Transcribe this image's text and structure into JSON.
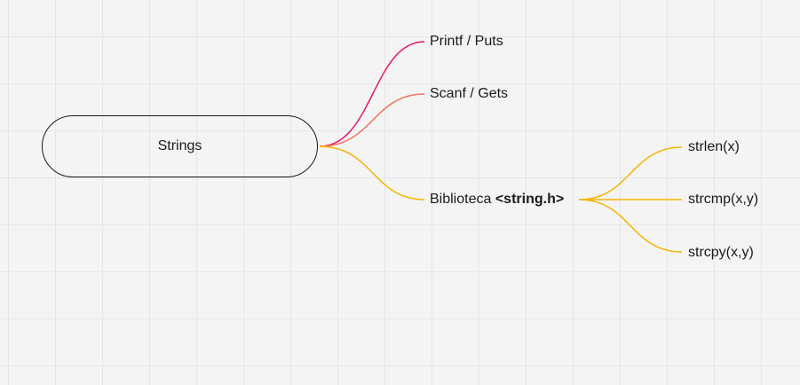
{
  "mindmap": {
    "root": {
      "label": "Strings"
    },
    "branches": [
      {
        "label": "Printf / Puts",
        "color": "#e8166d"
      },
      {
        "label": "Scanf / Gets",
        "color": "#f2735a"
      },
      {
        "label": "Biblioteca",
        "label_bold": "<string.h>",
        "color": "#f5b400",
        "children": [
          {
            "label": "strlen(x)",
            "color": "#f5b400"
          },
          {
            "label": "strcmp(x,y)",
            "color": "#f5b400"
          },
          {
            "label": "strcpy(x,y)",
            "color": "#f5b400"
          }
        ]
      }
    ]
  }
}
